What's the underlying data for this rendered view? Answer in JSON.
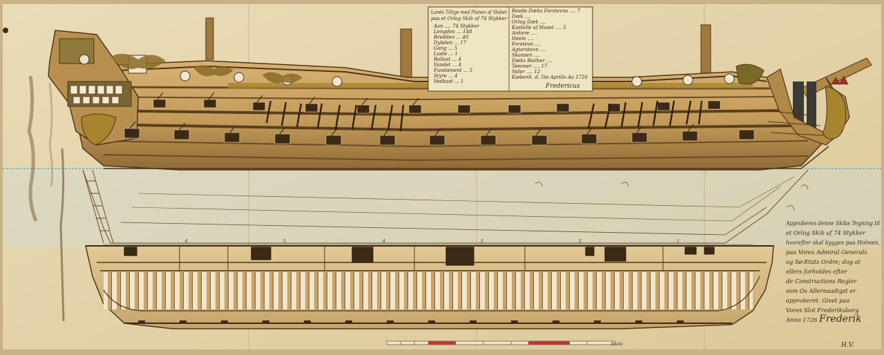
{
  "table_block": {
    "title_lines": [
      "Lands Tillige med Planen af Skibet",
      "paa et Orlog Skib af 74 Stykker"
    ],
    "lines": [
      "Aan .... 74 Stykker",
      "Lengden ... 148",
      "Bredden ... 40",
      "Dybden ... 17",
      "Gang ... 5",
      "Laste ... 1",
      "Ballast ... 4",
      "Vandet ... 4",
      "Fundament ... 5",
      "Styre ... 4",
      "Vedkast ... 1"
    ],
    "right_lines": [
      "Reede Dæks Forstevns .... 7",
      "Dæk ....",
      "Orlog Dæk ....",
      "Kastelle af Huset .... 5",
      "Ankere ....",
      "Heele ....",
      "Forstevn ....",
      "Agterstevn ....",
      "Skansen ....",
      "Dæks Bielker ....",
      "Tømmer .... 17",
      "Sider .... 12"
    ],
    "date_line": "Kiøbenh. d. 5te Aprilis Ao 1726",
    "signature": "Fredericus"
  },
  "inscription": {
    "lines": [
      "Approberes denne Skibs Tegning til",
      "et Orlog Skib af 74 Stykker",
      "hvorefter skal bygges paa Holmen,",
      "paa Vores Admiral Generals",
      "og Sø-Etats Ordre; dog at",
      "ellers forholdes efter",
      "de Constructions Regler",
      "som Os Allernaadigst er",
      "approberet. Givet paa",
      "Vores Slot Frederiksborg",
      "Anno 1726"
    ],
    "signature": "Frederik"
  },
  "stations": [
    "1",
    "2",
    "3",
    "4",
    "5",
    "6"
  ],
  "scale_label": "Scala",
  "corner_mark": "H.V.",
  "colors": {
    "paper": "#e6d3a8",
    "hull": "#c4a064",
    "hull_dark": "#6b4a22",
    "ink": "#3a2a14",
    "gold": "#a8842f",
    "red_wale": "#b83a3a",
    "water": "#b9d3dc"
  }
}
